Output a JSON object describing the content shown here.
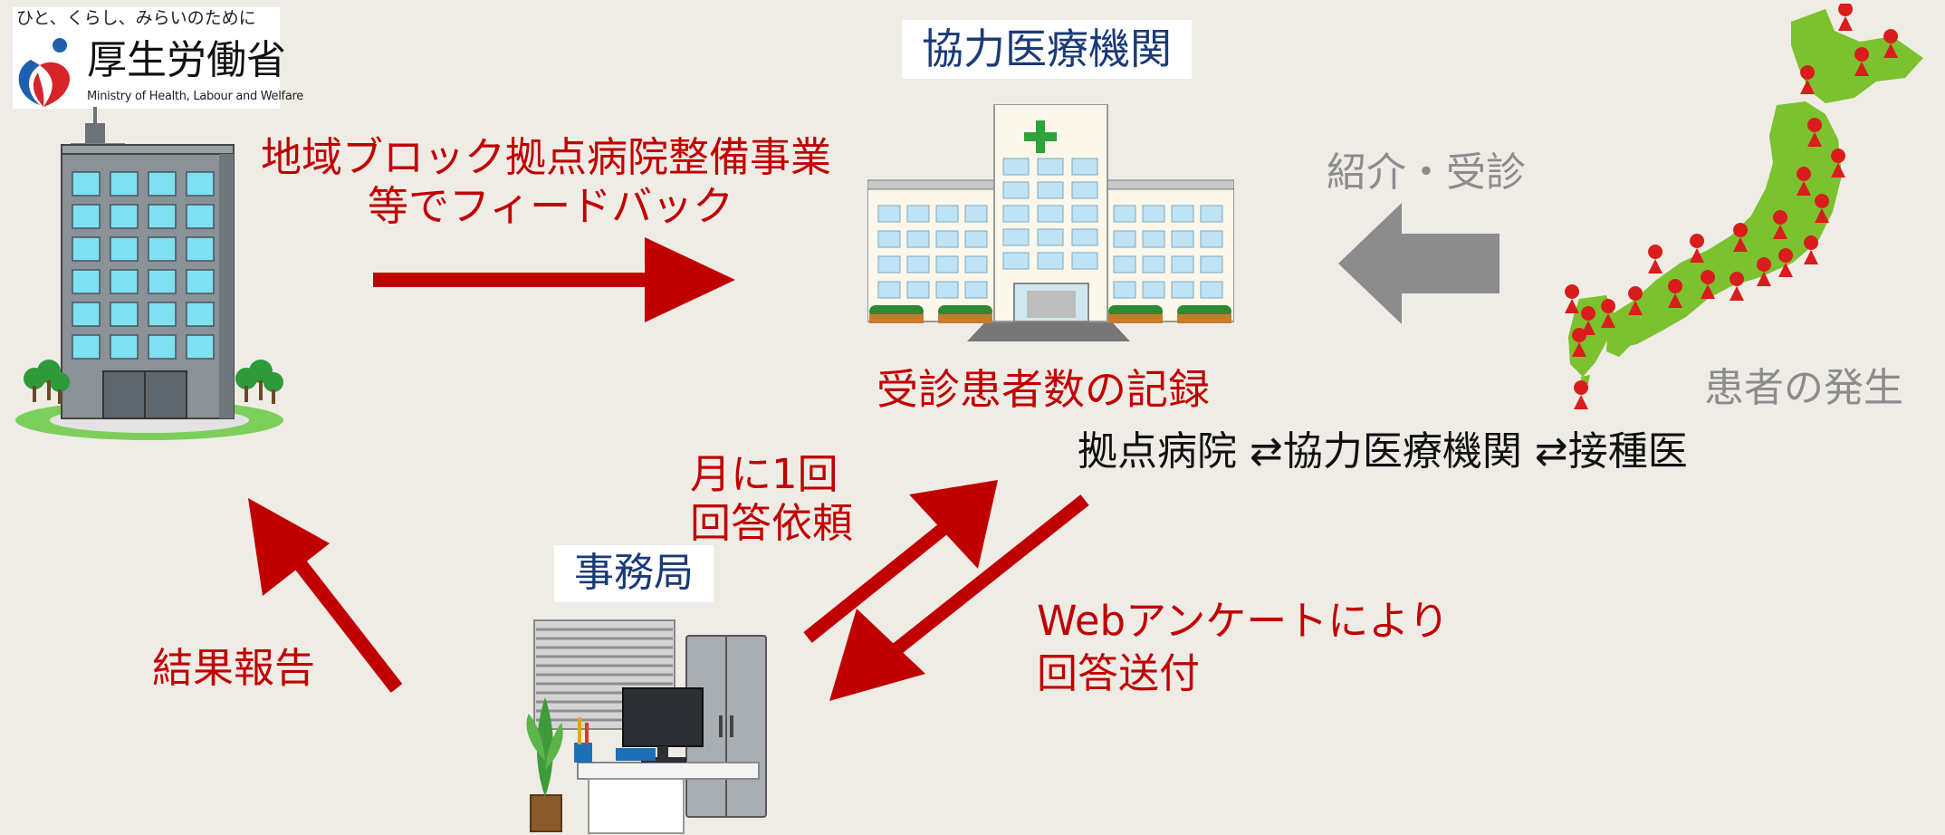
{
  "logo": {
    "tagline": "ひと、くらし、みらいのために",
    "name": "厚生労働省",
    "english": "Ministry of Health, Labour and Welfare"
  },
  "labels": {
    "cooperating_institution": "協力医療機関",
    "feedback_line1": "地域ブロック拠点病院整備事業",
    "feedback_line2": "等でフィードバック",
    "referral": "紹介・受診",
    "record": "受診患者数の記録",
    "occurrence": "患者の発生",
    "chain": "拠点病院 ⇄協力医療機関 ⇄接種医",
    "monthly_line1": "月に1回",
    "monthly_line2": "回答依頼",
    "secretariat": "事務局",
    "web_line1": "Webアンケートにより",
    "web_line2": "回答送付",
    "result_report": "結果報告"
  },
  "colors": {
    "background": "#efece6",
    "arrow_red": "#c00000",
    "arrow_gray": "#8c8c8c",
    "navy_text": "#1a3a78",
    "japan_green": "#7cc12e",
    "pin_red": "#d91c1c"
  }
}
